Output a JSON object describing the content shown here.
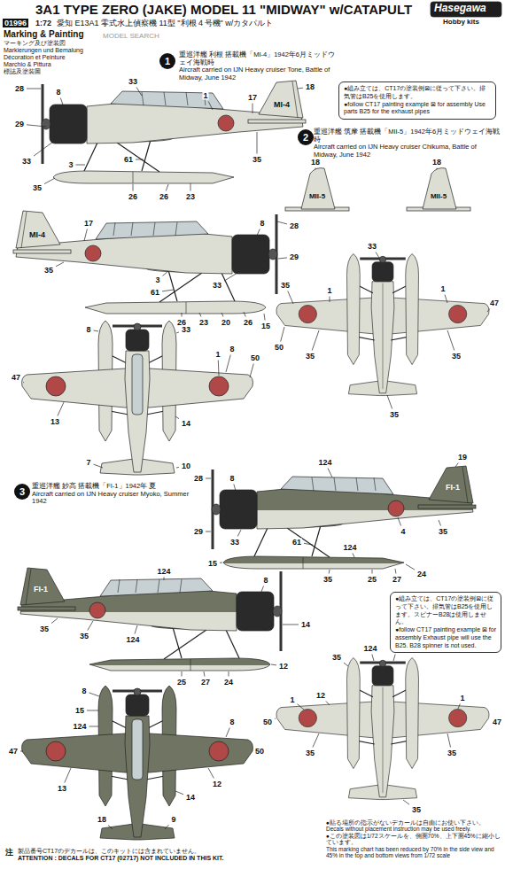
{
  "diagram": {
    "title": "3A1 TYPE ZERO (JAKE) MODEL 11 \"MIDWAY\" w/CATAPULT",
    "nodes": [
      {
        "text": [
          "1"
        ]
      },
      {
        "text": [
          "●組み立ては、CT17の塗装例⊠に従って下さい。排気管はB25を使用します。",
          "●follow CT17 painting example ⊠ for assembly Use parts B25 for the exhaust pipes"
        ]
      },
      {
        "text": [
          "2"
        ]
      },
      {
        "text": [
          "3"
        ]
      },
      {
        "text": [
          "●組み立ては、CT17の塗装例⊠に従って下さい。排気管はB25を使用します。スピナーB28は使用しません。",
          "●follow CT17 painting example ⊠ for assembly Exhaust pipe will use the B25. B28 spinner is not used."
        ]
      }
    ],
    "labels": [
      "MODEL SEARCH",
      "01996",
      "1:72",
      "愛知 E13A1 零式水上偵察機 11型 \"利根４号機\" w/カタパルト",
      "Hasegawa",
      "Hobby kits",
      "Marking & Painting",
      "マーキング及び塗装図",
      "Markierungen und Bemalung",
      "Décoration et Peinture",
      "Marchio & Pittura",
      "標誌及塗裝圖",
      "重巡洋艦 利根 搭載機「MI-4」1942年6月ミッドウェイ海戦時",
      "Aircraft carried on IJN Heavy cruiser Tone, Battle of Midway, June 1942",
      "重巡洋艦 筑摩 搭載機「MII-5」1942年6月ミッドウェイ海戦時",
      "Aircraft carried on IJN Heavy cruiser Chikuma, Battle of Midway, June 1942",
      "重巡洋艦 妙高 搭載機「FI-1」1942年 夏",
      "Aircraft carried on IJN Heavy cruiser Myoko, Summer 1942",
      "●貼る場所の指示がないデカールは自由にお使い下さい。",
      "Decals without placement instruction may be used freely.",
      "●この塗装図は1/72スケールを、側面70%、上下面45%に縮小しています。",
      "This marking chart has been reduced by 70% in the side view and 45% in the top and bottom views from 1/72 scale",
      "注",
      "製品番号CT17のデカールは、このキットには含まれていません。",
      "ATTENTION : DECALS FOR CT17 (02717) NOT INCLUDED IN THIS KIT.",
      "MI-4",
      "MI-4",
      "MII-5",
      "MII-5",
      "FI-1",
      "FI-1",
      "33",
      "8",
      "33",
      "28",
      "29",
      "3",
      "61",
      "35",
      "26",
      "26",
      "23",
      "1",
      "17",
      "18",
      "35",
      "17",
      "35",
      "3",
      "33",
      "23",
      "20",
      "26",
      "26",
      "8",
      "29",
      "28",
      "15",
      "61",
      "18",
      "18",
      "8",
      "33",
      "8",
      "47",
      "1",
      "50",
      "13",
      "14",
      "7",
      "10",
      "35",
      "33",
      "1",
      "1",
      "47",
      "50",
      "35",
      "35",
      "35",
      "124",
      "19",
      "28",
      "29",
      "8",
      "33",
      "4",
      "35",
      "15",
      "61",
      "124",
      "35",
      "25",
      "27",
      "24",
      "124",
      "35",
      "124",
      "35",
      "8",
      "14",
      "12",
      "25",
      "27",
      "24",
      "8",
      "15",
      "124",
      "8",
      "47",
      "50",
      "13",
      "12",
      "14",
      "18",
      "9",
      "35",
      "124",
      "8",
      "12",
      "1",
      "50",
      "1",
      "47",
      "35",
      "35",
      "35"
    ]
  }
}
